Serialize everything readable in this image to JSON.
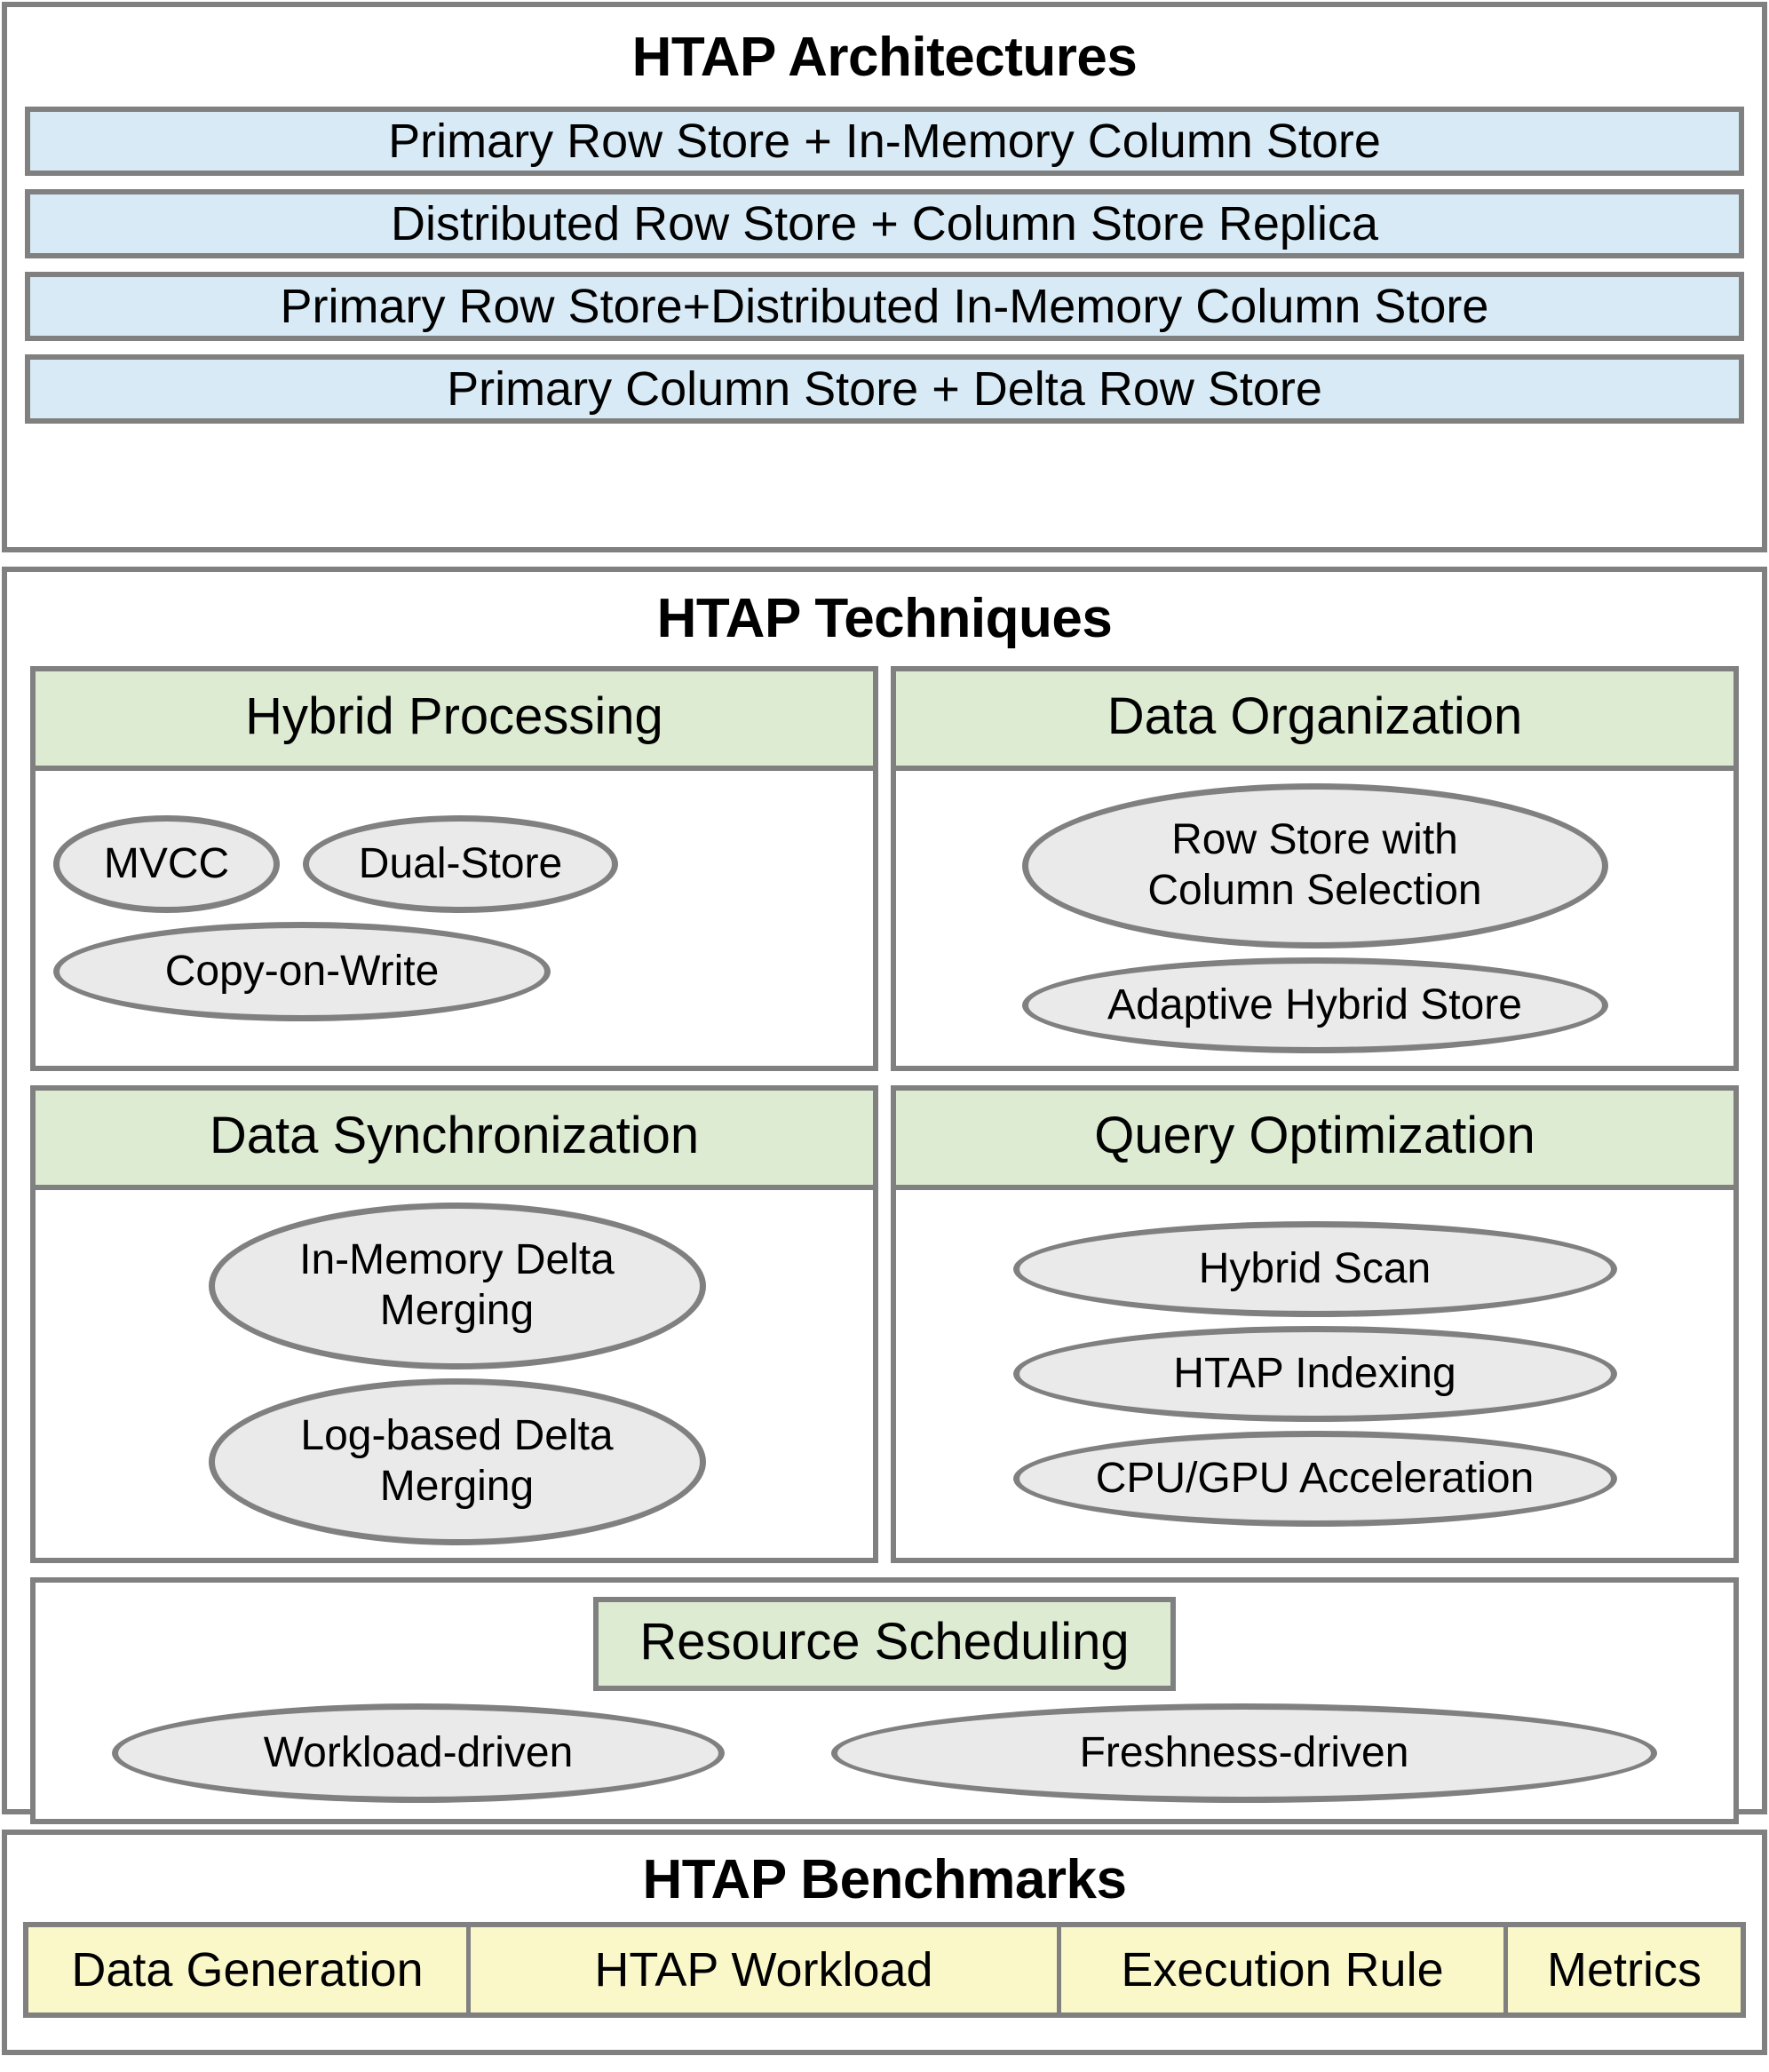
{
  "colors": {
    "frame_gray": "#808080",
    "architecture_blue": "#d7eaf5",
    "technique_green": "#dcebd2",
    "pill_gray": "#eaeaea",
    "benchmark_yellow": "#faf8c9",
    "text_black": "#000000"
  },
  "architectures": {
    "title": "HTAP Architectures",
    "items": [
      "Primary Row Store + In-Memory Column Store",
      "Distributed Row Store + Column Store Replica",
      "Primary Row Store+Distributed In-Memory Column Store",
      "Primary Column Store + Delta Row Store"
    ]
  },
  "techniques": {
    "title": "HTAP Techniques",
    "cards": [
      {
        "heading": "Hybrid Processing",
        "items": [
          "MVCC",
          "Dual-Store",
          "Copy-on-Write"
        ]
      },
      {
        "heading": "Data Organization",
        "items": [
          "Row Store with\nColumn Selection",
          "Adaptive Hybrid Store"
        ]
      },
      {
        "heading": "Data Synchronization",
        "items": [
          "In-Memory Delta\nMerging",
          "Log-based Delta\nMerging"
        ]
      },
      {
        "heading": "Query Optimization",
        "items": [
          "Hybrid Scan",
          "HTAP Indexing",
          "CPU/GPU Acceleration"
        ]
      }
    ],
    "scheduling": {
      "heading": "Resource Scheduling",
      "items": [
        "Workload-driven",
        "Freshness-driven"
      ]
    }
  },
  "benchmarks": {
    "title": "HTAP Benchmarks",
    "items": [
      "Data Generation",
      "HTAP Workload",
      "Execution Rule",
      "Metrics"
    ]
  }
}
